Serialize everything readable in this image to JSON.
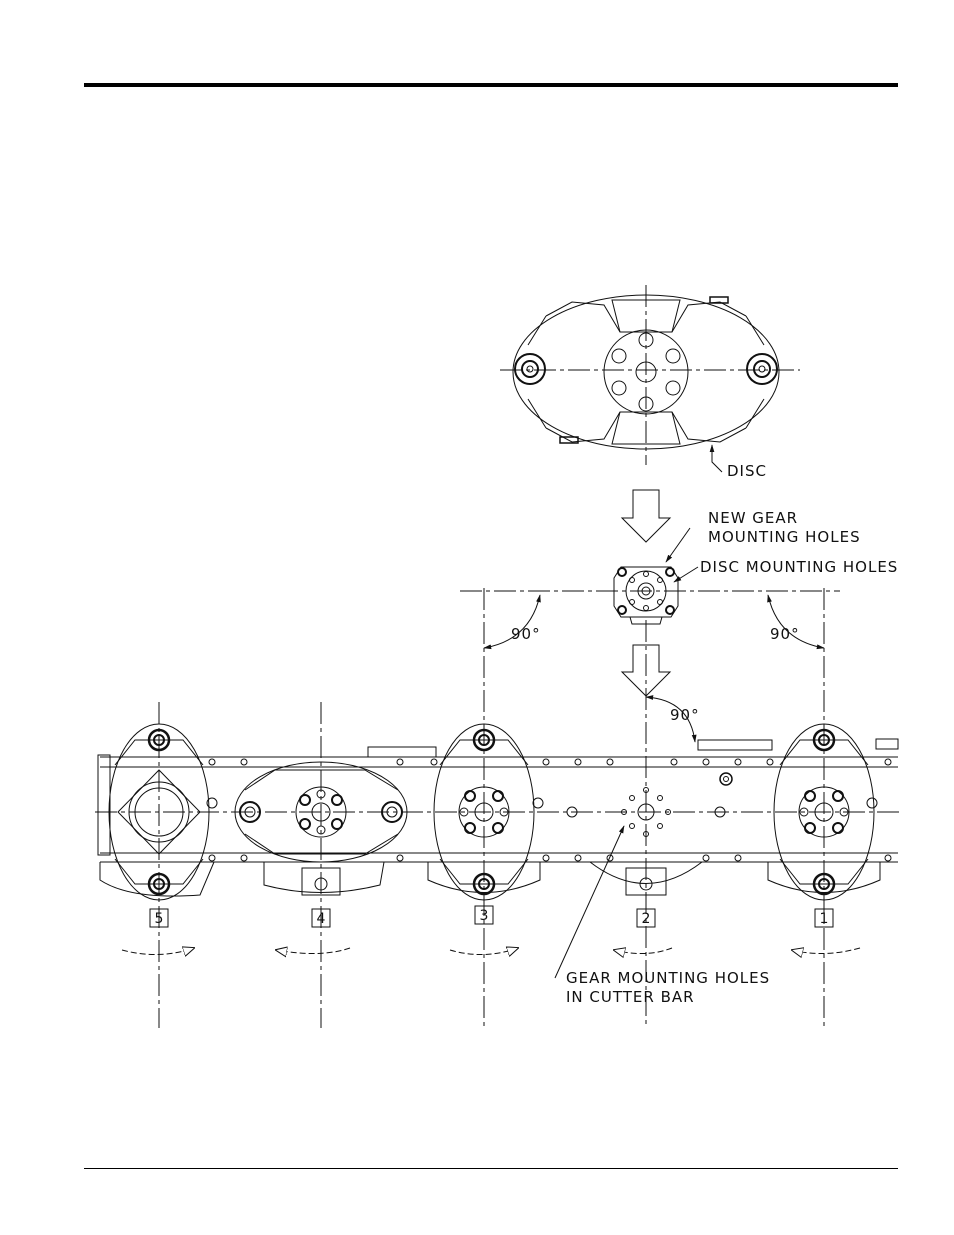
{
  "labels": {
    "disc": "DISC",
    "new_gear_1": "NEW GEAR",
    "new_gear_2": "MOUNTING HOLES",
    "disc_mounting_holes": "DISC MOUNTING HOLES",
    "angle_left": "90°",
    "angle_right": "90°",
    "angle_center": "90°",
    "gear_holes_1": "GEAR MOUNTING HOLES",
    "gear_holes_2": "IN CUTTER BAR"
  },
  "positions": [
    "5",
    "4",
    "3",
    "2",
    "1"
  ],
  "colors": {
    "line": "#111111",
    "paper": "#ffffff"
  }
}
